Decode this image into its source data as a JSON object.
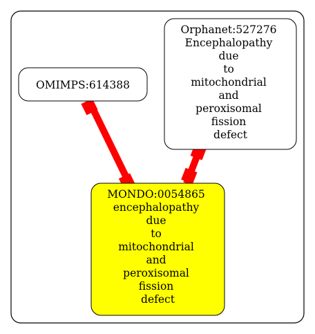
{
  "colors": {
    "edge": "#ff0000",
    "highlight_fill": "#ffff00",
    "node_fill": "#ffffff",
    "stroke": "#000000"
  },
  "nodes": {
    "omimps": {
      "lines": [
        "OMIMPS:614388"
      ]
    },
    "orphanet": {
      "lines": [
        "Orphanet:527276",
        "Encephalopathy",
        "due",
        "to",
        "mitochondrial",
        "and",
        "peroxisomal",
        "fission",
        "defect"
      ]
    },
    "mondo": {
      "lines": [
        "MONDO:0054865",
        "encephalopathy",
        "due",
        "to",
        "mitochondrial",
        "and",
        "peroxisomal",
        "fission",
        "defect"
      ]
    }
  },
  "edges": [
    {
      "from": "omimps",
      "to": "mondo"
    },
    {
      "from": "orphanet",
      "to": "mondo"
    }
  ]
}
